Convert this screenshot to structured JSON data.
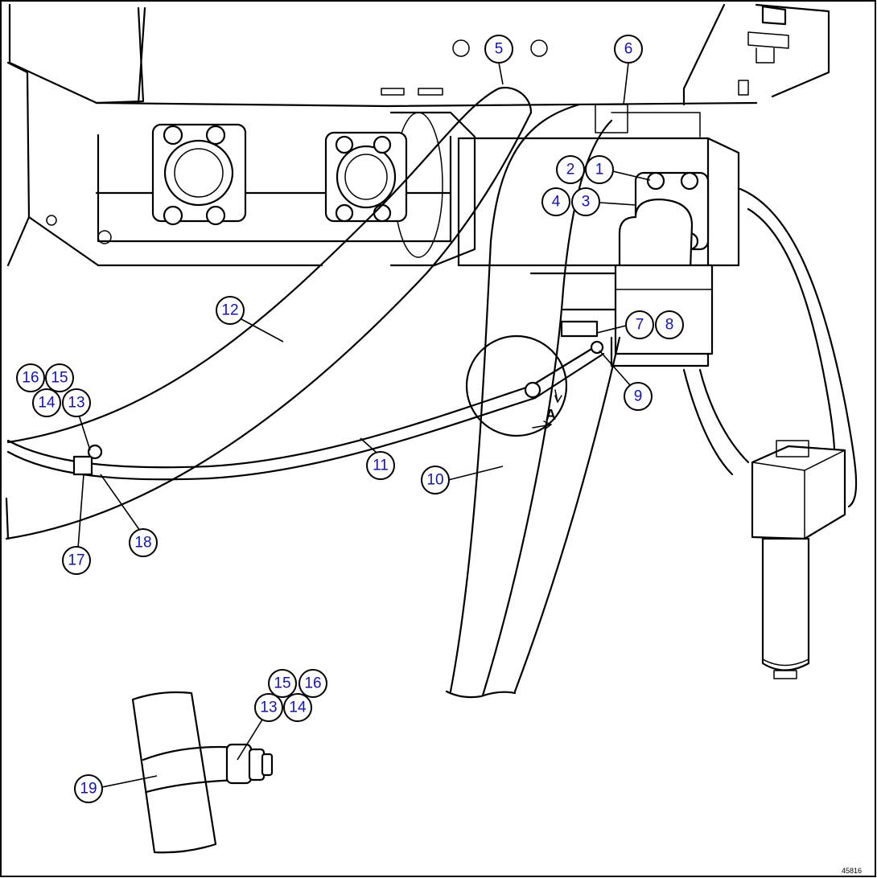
{
  "callouts": {
    "c1": "1",
    "c2": "2",
    "c3": "3",
    "c4": "4",
    "c5": "5",
    "c6": "6",
    "c7": "7",
    "c8": "8",
    "c9": "9",
    "c10": "10",
    "c11": "11",
    "c12": "12",
    "c13a": "13",
    "c14a": "14",
    "c15a": "15",
    "c16a": "16",
    "c13b": "13",
    "c14b": "14",
    "c15b": "15",
    "c16b": "16",
    "c17": "17",
    "c18": "18",
    "c19": "19"
  },
  "detail_label": "A",
  "drawing_ref": "45816",
  "colors": {
    "callout_text": "#1010c8",
    "line": "#000000",
    "background": "#ffffff"
  }
}
